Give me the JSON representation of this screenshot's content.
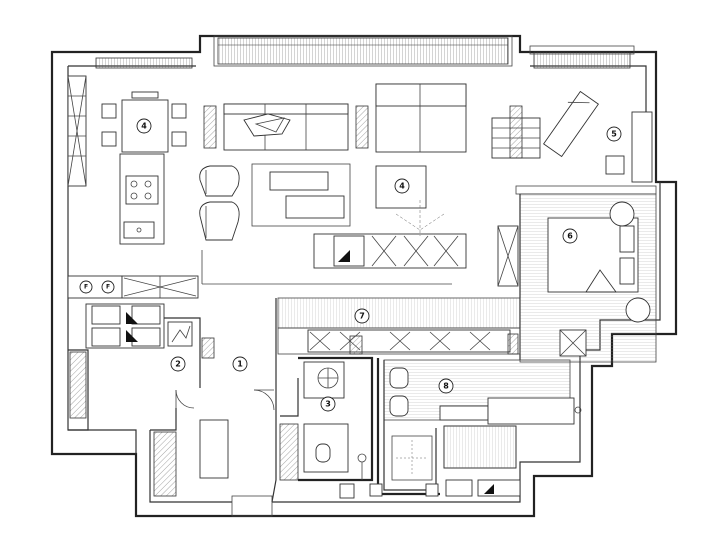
{
  "rooms": [
    {
      "id": "room-1",
      "label": "1"
    },
    {
      "id": "room-2",
      "label": "2"
    },
    {
      "id": "room-3",
      "label": "3"
    },
    {
      "id": "room-4a",
      "label": "4"
    },
    {
      "id": "room-4b",
      "label": "4"
    },
    {
      "id": "room-5",
      "label": "5"
    },
    {
      "id": "room-6",
      "label": "6"
    },
    {
      "id": "room-7",
      "label": "7"
    },
    {
      "id": "room-8",
      "label": "8"
    }
  ],
  "fridges": [
    {
      "id": "fridge-left",
      "label": "F"
    },
    {
      "id": "fridge-right",
      "label": "F"
    }
  ],
  "colors": {
    "line": "#222222",
    "background": "#ffffff"
  }
}
